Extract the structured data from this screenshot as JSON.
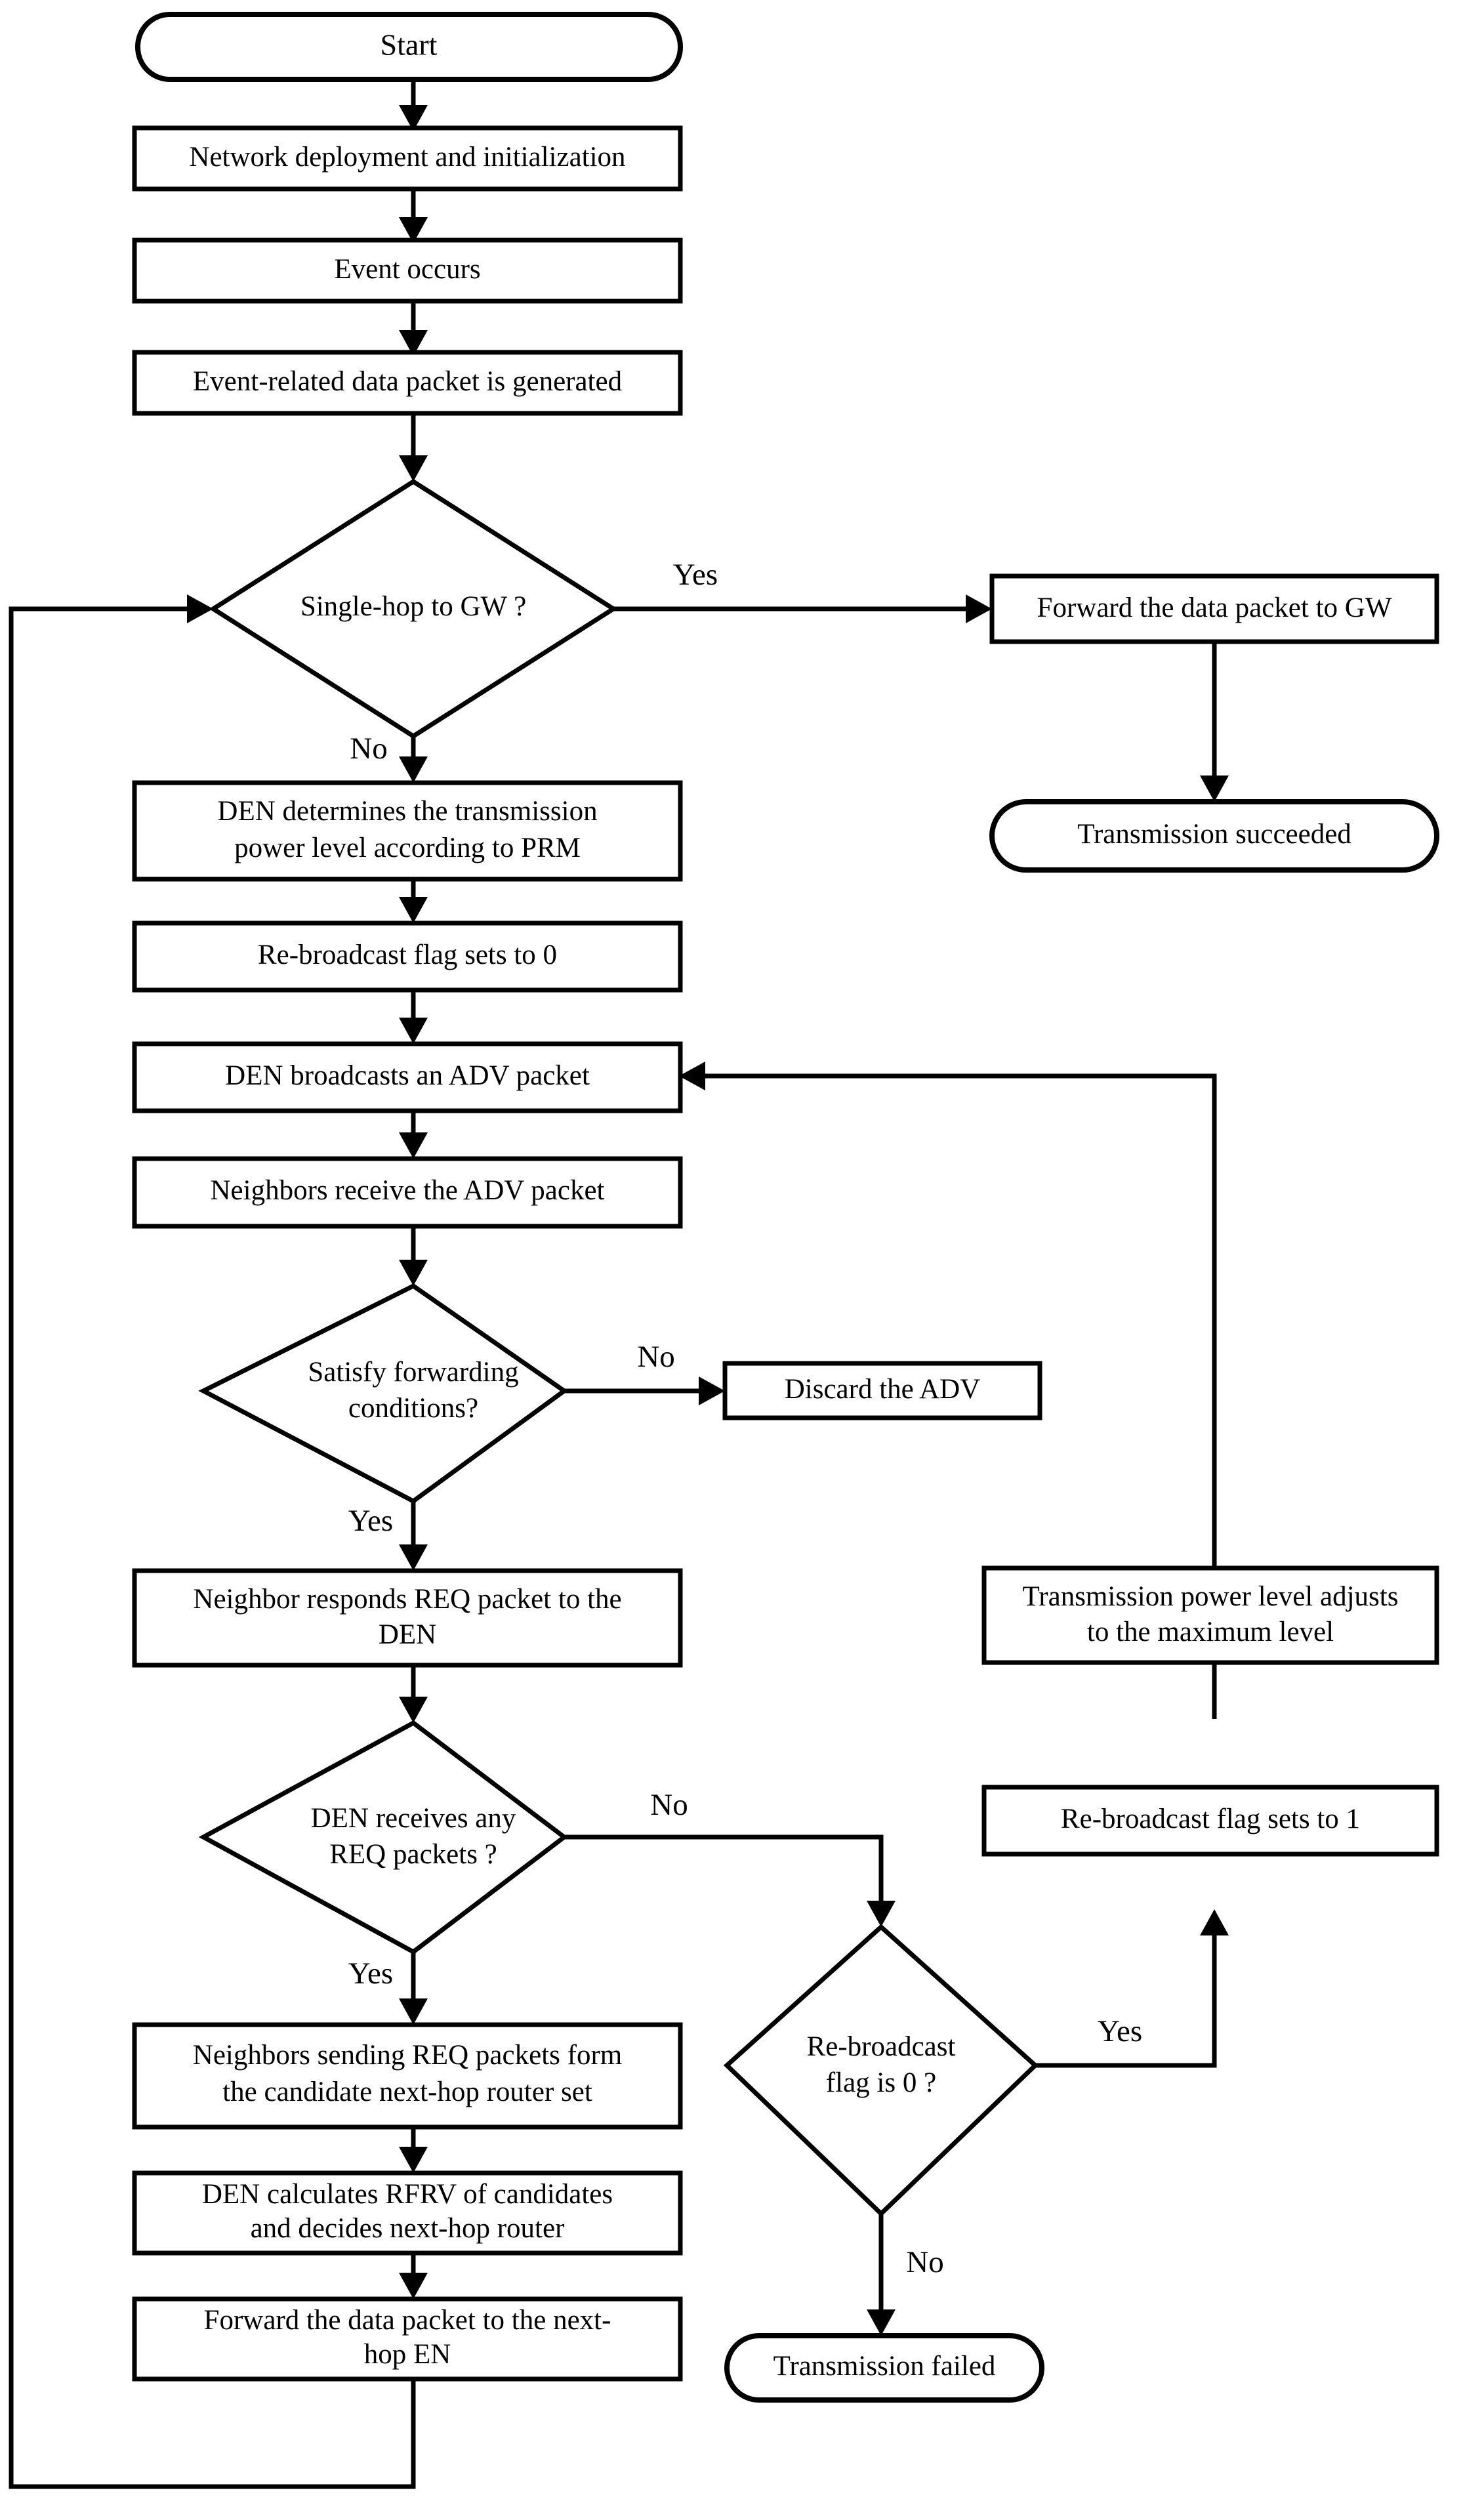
{
  "diagram": {
    "title": "Event-driven data forwarding flowchart",
    "type": "flowchart",
    "background_color": "#ffffff",
    "stroke_color": "#000000",
    "nodes": [
      {
        "id": "start",
        "shape": "terminator",
        "label": "Start"
      },
      {
        "id": "deploy",
        "shape": "process",
        "label": "Network deployment and initialization"
      },
      {
        "id": "event",
        "shape": "process",
        "label": "Event occurs"
      },
      {
        "id": "packet_gen",
        "shape": "process",
        "label": "Event-related data packet is generated"
      },
      {
        "id": "single_hop",
        "shape": "decision",
        "label": "Single-hop to GW ?"
      },
      {
        "id": "forward_gw",
        "shape": "process",
        "label": "Forward the data packet to GW"
      },
      {
        "id": "tx_succeeded",
        "shape": "terminator",
        "label": "Transmission succeeded"
      },
      {
        "id": "den_power",
        "shape": "process",
        "label_line1": "DEN determines the transmission",
        "label_line2": "power level according to PRM"
      },
      {
        "id": "flag_zero",
        "shape": "process",
        "label": "Re-broadcast flag sets to 0"
      },
      {
        "id": "den_broadcast",
        "shape": "process",
        "label": "DEN broadcasts an ADV packet"
      },
      {
        "id": "neighbors_recv",
        "shape": "process",
        "label": "Neighbors receive the ADV packet"
      },
      {
        "id": "satisfy_fwd",
        "shape": "decision",
        "label_line1": "Satisfy forwarding",
        "label_line2": "conditions?"
      },
      {
        "id": "discard_adv",
        "shape": "process",
        "label": "Discard the ADV"
      },
      {
        "id": "neighbor_req",
        "shape": "process",
        "label_line1": "Neighbor responds REQ packet to the",
        "label_line2": "DEN"
      },
      {
        "id": "power_max",
        "shape": "process",
        "label_line1": "Transmission power level adjusts",
        "label_line2": "to the maximum level"
      },
      {
        "id": "den_recv_req",
        "shape": "decision",
        "label_line1": "DEN receives any",
        "label_line2": "REQ packets ?"
      },
      {
        "id": "flag_one",
        "shape": "process",
        "label": "Re-broadcast flag sets to 1"
      },
      {
        "id": "candidate_set",
        "shape": "process",
        "label_line1": "Neighbors sending REQ packets form",
        "label_line2": "the candidate next-hop router set"
      },
      {
        "id": "flag_is_zero",
        "shape": "decision",
        "label_line1": "Re-broadcast",
        "label_line2": "flag is 0 ?"
      },
      {
        "id": "rfrv",
        "shape": "process",
        "label_line1": "DEN calculates RFRV of candidates",
        "label_line2": "and decides next-hop router"
      },
      {
        "id": "forward_next_hop",
        "shape": "process",
        "label_line1": "Forward the data packet to the next-",
        "label_line2": "hop EN"
      },
      {
        "id": "tx_failed",
        "shape": "terminator",
        "label": "Transmission failed"
      }
    ],
    "edge_labels": {
      "single_hop_yes": "Yes",
      "single_hop_no": "No",
      "satisfy_no": "No",
      "satisfy_yes": "Yes",
      "den_recv_no": "No",
      "den_recv_yes": "Yes",
      "flag_is_zero_yes": "Yes",
      "flag_is_zero_no": "No"
    },
    "edges": [
      {
        "from": "start",
        "to": "deploy",
        "label": ""
      },
      {
        "from": "deploy",
        "to": "event",
        "label": ""
      },
      {
        "from": "event",
        "to": "packet_gen",
        "label": ""
      },
      {
        "from": "packet_gen",
        "to": "single_hop",
        "label": ""
      },
      {
        "from": "single_hop",
        "to": "forward_gw",
        "label": "Yes"
      },
      {
        "from": "single_hop",
        "to": "den_power",
        "label": "No"
      },
      {
        "from": "forward_gw",
        "to": "tx_succeeded",
        "label": ""
      },
      {
        "from": "den_power",
        "to": "flag_zero",
        "label": ""
      },
      {
        "from": "flag_zero",
        "to": "den_broadcast",
        "label": ""
      },
      {
        "from": "den_broadcast",
        "to": "neighbors_recv",
        "label": ""
      },
      {
        "from": "neighbors_recv",
        "to": "satisfy_fwd",
        "label": ""
      },
      {
        "from": "satisfy_fwd",
        "to": "discard_adv",
        "label": "No"
      },
      {
        "from": "satisfy_fwd",
        "to": "neighbor_req",
        "label": "Yes"
      },
      {
        "from": "neighbor_req",
        "to": "den_recv_req",
        "label": ""
      },
      {
        "from": "den_recv_req",
        "to": "flag_is_zero",
        "label": "No"
      },
      {
        "from": "den_recv_req",
        "to": "candidate_set",
        "label": "Yes"
      },
      {
        "from": "flag_is_zero",
        "to": "flag_one",
        "label": "Yes"
      },
      {
        "from": "flag_is_zero",
        "to": "tx_failed",
        "label": "No"
      },
      {
        "from": "flag_one",
        "to": "power_max",
        "label": ""
      },
      {
        "from": "power_max",
        "to": "den_broadcast",
        "label": ""
      },
      {
        "from": "candidate_set",
        "to": "rfrv",
        "label": ""
      },
      {
        "from": "rfrv",
        "to": "forward_next_hop",
        "label": ""
      },
      {
        "from": "forward_next_hop",
        "to": "single_hop",
        "label": ""
      }
    ]
  }
}
